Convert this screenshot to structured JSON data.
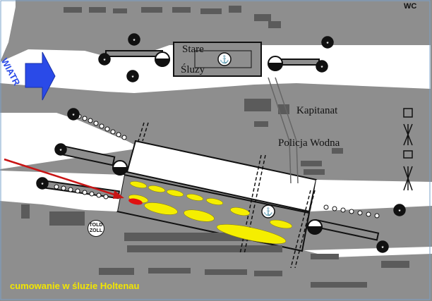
{
  "labels": {
    "stare": "Stare",
    "sluzy": "Śluzy",
    "kapitanat": "Kapitanat",
    "policja": "Policja Wodna",
    "wind": "WIATR",
    "told": "TOLD",
    "zoll": "ZOLL",
    "caption": "cumowanie w śluzie Holtenau",
    "wc": "WC"
  },
  "colors": {
    "land": "#8e8e8e",
    "land_dark": "#5b5b5b",
    "water": "#ffffff",
    "berth": "#f5ee00",
    "own_boat": "#e01010",
    "wind_arrow": "#2a4ae8",
    "approach_arrow": "#c81414",
    "caption": "#f2e600"
  },
  "icons": [
    "star-icon",
    "light-signal-icon",
    "anchor-icon",
    "lighthouse-icon",
    "wind-arrow-icon"
  ]
}
